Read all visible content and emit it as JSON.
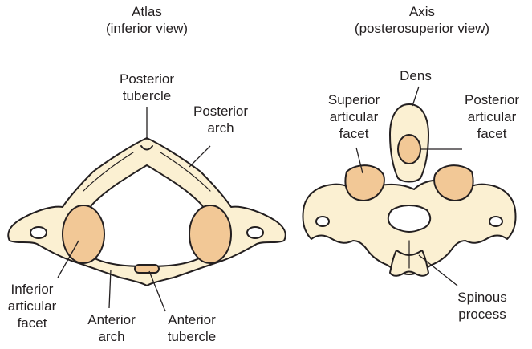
{
  "colors": {
    "bone_fill": "#fbf0d2",
    "facet_fill": "#f2c896",
    "outline": "#231f20",
    "leader": "#231f20"
  },
  "atlas": {
    "title": [
      "Atlas",
      "(inferior view)"
    ],
    "labels": {
      "posterior_tubercle": [
        "Posterior",
        "tubercle"
      ],
      "posterior_arch": [
        "Posterior",
        "arch"
      ],
      "inferior_articular_facet": [
        "Inferior",
        "articular",
        "facet"
      ],
      "anterior_arch": [
        "Anterior",
        "arch"
      ],
      "anterior_tubercle": [
        "Anterior",
        "tubercle"
      ]
    }
  },
  "axis": {
    "title": [
      "Axis",
      "(posterosuperior view)"
    ],
    "labels": {
      "dens": [
        "Dens"
      ],
      "superior_articular_facet": [
        "Superior",
        "articular",
        "facet"
      ],
      "posterior_articular_facet": [
        "Posterior",
        "articular",
        "facet"
      ],
      "spinous_process": [
        "Spinous",
        "process"
      ]
    }
  }
}
